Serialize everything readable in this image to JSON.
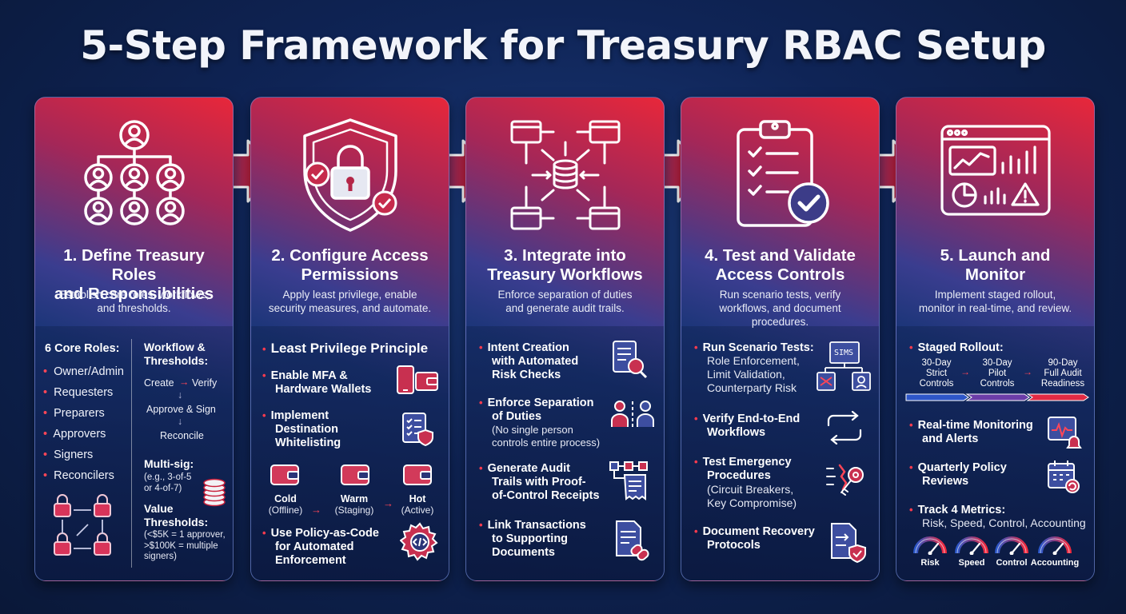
{
  "title": "5-Step Framework for Treasury RBAC Setup",
  "colors": {
    "accent": "#ff3b4e",
    "bg": "#0f2456",
    "card_top": "#e8273a"
  },
  "steps": [
    {
      "title": "1. Define Treasury Roles and Responsibilities",
      "title_l1": "1. Define Treasury Roles",
      "title_l2": "and Responsibilities",
      "desc_l1": "Establish core roles, workflows,",
      "desc_l2": "and thresholds.",
      "icon": "org-chart-icon",
      "roles_heading": "6 Core Roles:",
      "roles": [
        "Owner/Admin",
        "Requesters",
        "Preparers",
        "Approvers",
        "Signers",
        "Reconcilers"
      ],
      "workflow_heading_l1": "Workflow &",
      "workflow_heading_l2": "Thresholds:",
      "flow": {
        "create": "Create",
        "verify": "Verify",
        "approve": "Approve & Sign",
        "reconcile": "Reconcile"
      },
      "multisig_heading": "Multi-sig:",
      "multisig_l1": "(e.g., 3-of-5",
      "multisig_l2": "or 4-of-7)",
      "value_heading_l1": "Value",
      "value_heading_l2": "Thresholds:",
      "value_l1": "(<$5K = 1 approver,",
      "value_l2": ">$100K = multiple",
      "value_l3": "signers)"
    },
    {
      "title_l1": "2. Configure Access",
      "title_l2": "Permissions",
      "desc_l1": "Apply least privilege, enable",
      "desc_l2": "security measures, and automate.",
      "icon": "shield-lock-icon",
      "item1": "Least Privilege Principle",
      "item2_l1": "Enable MFA &",
      "item2_l2": "Hardware Wallets",
      "item3_l1": "Implement",
      "item3_l2": "Destination",
      "item3_l3": "Whitelisting",
      "wallets": [
        {
          "name": "Cold",
          "sub": "(Offline)"
        },
        {
          "name": "Warm",
          "sub": "(Staging)"
        },
        {
          "name": "Hot",
          "sub": "(Active)"
        }
      ],
      "item4_l1": "Use Policy-as-Code",
      "item4_l2": "for Automated",
      "item4_l3": "Enforcement"
    },
    {
      "title_l1": "3. Integrate into",
      "title_l2": "Treasury Workflows",
      "desc_l1": "Enforce separation of duties",
      "desc_l2": "and generate audit trails.",
      "icon": "workflow-network-icon",
      "item1_l1": "Intent Creation",
      "item1_l2": "with Automated",
      "item1_l3": "Risk Checks",
      "item2_l1": "Enforce Separation",
      "item2_l2": "of Duties",
      "item2_s1": "(No single person",
      "item2_s2": "controls entire process)",
      "item3_l1": "Generate Audit",
      "item3_l2": "Trails with Proof-",
      "item3_l3": "of-Control Receipts",
      "item4_l1": "Link Transactions",
      "item4_l2": "to Supporting",
      "item4_l3": "Documents"
    },
    {
      "title_l1": "4. Test and Validate",
      "title_l2": "Access Controls",
      "desc_l1": "Run scenario tests, verify",
      "desc_l2": "workflows, and document procedures.",
      "icon": "clipboard-check-icon",
      "item1": "Run Scenario Tests:",
      "item1_s1": "Role Enforcement,",
      "item1_s2": "Limit Validation,",
      "item1_s3": "Counterparty Risk",
      "item1_badge": "SIMS",
      "item2_l1": "Verify End-to-End",
      "item2_l2": "Workflows",
      "item3_l1": "Test Emergency",
      "item3_l2": "Procedures",
      "item3_s1": "(Circuit Breakers,",
      "item3_s2": "Key Compromise)",
      "item4_l1": "Document Recovery",
      "item4_l2": "Protocols"
    },
    {
      "title_l1": "5. Launch and",
      "title_l2": "Monitor",
      "desc_l1": "Implement staged rollout,",
      "desc_l2": "monitor in real-time, and review.",
      "icon": "dashboard-icon",
      "item1": "Staged Rollout:",
      "rollout": [
        {
          "l1": "30-Day",
          "l2": "Strict",
          "l3": "Controls"
        },
        {
          "l1": "30-Day",
          "l2": "Pilot",
          "l3": "Controls"
        },
        {
          "l1": "90-Day",
          "l2": "Full Audit",
          "l3": "Readiness"
        }
      ],
      "item2_l1": "Real-time Monitoring",
      "item2_l2": "and Alerts",
      "item3_l1": "Quarterly Policy",
      "item3_l2": "Reviews",
      "item4": "Track 4 Metrics:",
      "item4_s": "Risk, Speed, Control, Accounting",
      "gauges": [
        "Risk",
        "Speed",
        "Control",
        "Accounting"
      ]
    }
  ]
}
